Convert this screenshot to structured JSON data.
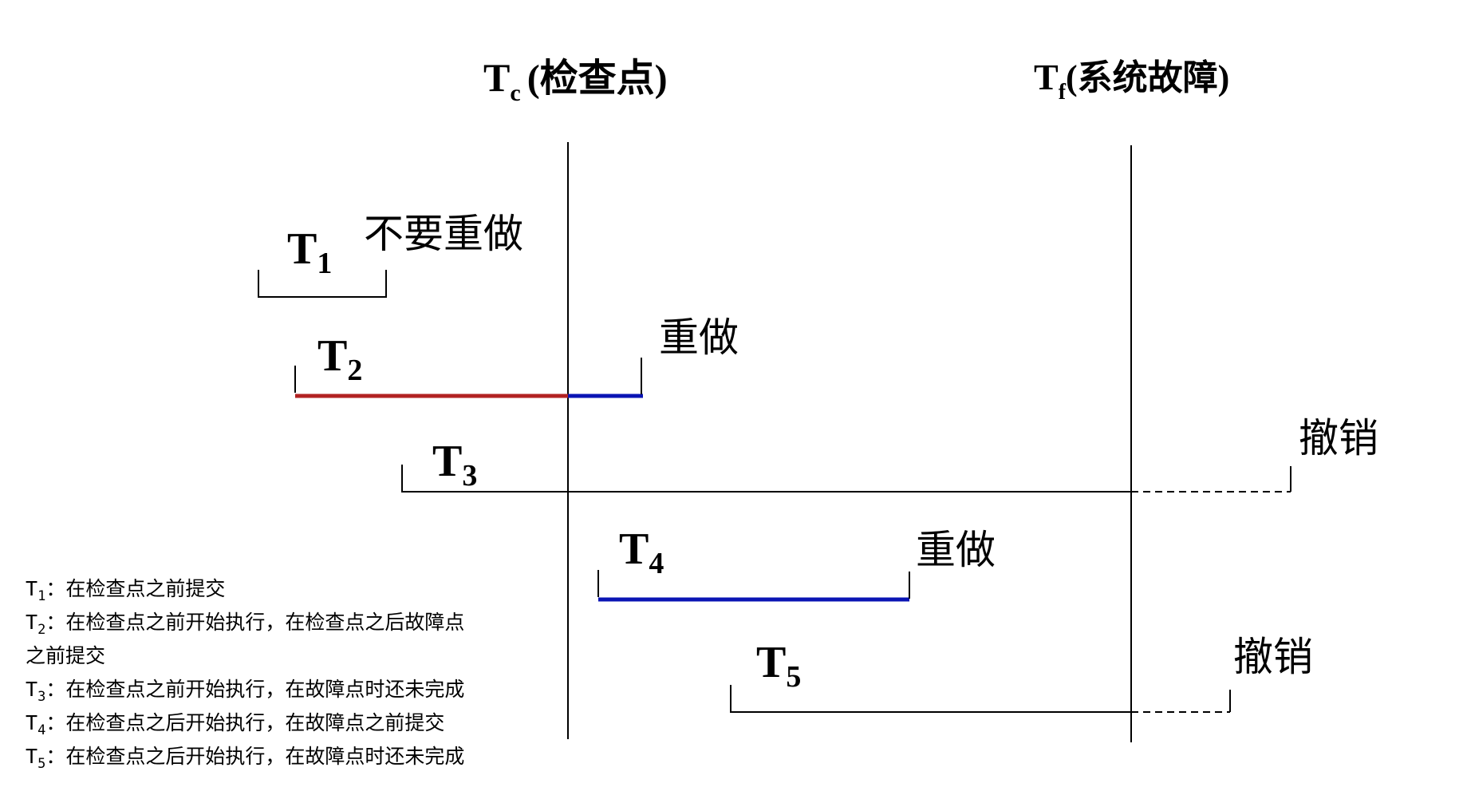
{
  "checkpoint": {
    "symbol": "T",
    "subscript": "c",
    "label": "(检查点)"
  },
  "failure": {
    "symbol": "T",
    "subscript": "f",
    "label": "(系统故障)"
  },
  "transactions": [
    {
      "symbol": "T",
      "subscript": "1",
      "action": "不要重做"
    },
    {
      "symbol": "T",
      "subscript": "2",
      "action": "重做"
    },
    {
      "symbol": "T",
      "subscript": "3",
      "action": "撤销"
    },
    {
      "symbol": "T",
      "subscript": "4",
      "action": "重做"
    },
    {
      "symbol": "T",
      "subscript": "5",
      "action": "撤销"
    }
  ],
  "legend": [
    {
      "symbol": "T",
      "subscript": "1",
      "text": "：在检查点之前提交"
    },
    {
      "symbol": "T",
      "subscript": "2",
      "text": "：在检查点之前开始执行，在检查点之后故障点"
    },
    {
      "symbol": "",
      "subscript": "",
      "text": "之前提交"
    },
    {
      "symbol": "T",
      "subscript": "3",
      "text": "：在检查点之前开始执行，在故障点时还未完成"
    },
    {
      "symbol": "T",
      "subscript": "4",
      "text": "：在检查点之后开始执行，在故障点之前提交"
    },
    {
      "symbol": "T",
      "subscript": "5",
      "text": "：在检查点之后开始执行，在故障点时还未完成"
    }
  ],
  "colors": {
    "before_checkpoint": "#b22222",
    "redo": "#0a14b4",
    "line": "#000000"
  }
}
